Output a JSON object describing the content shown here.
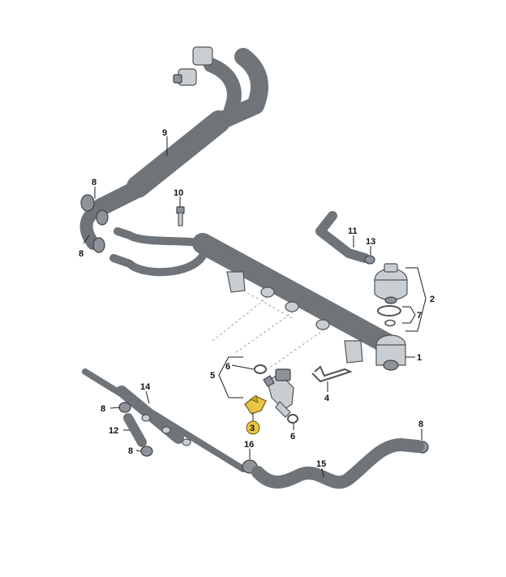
{
  "callouts": {
    "c1": "1",
    "c2": "2",
    "c3": "3",
    "c4": "4",
    "c5": "5",
    "c6a": "6",
    "c6b": "6",
    "c7": "7",
    "c8a": "8",
    "c8b": "8",
    "c8c": "8",
    "c8d": "8",
    "c8e": "8",
    "c9": "9",
    "c10": "10",
    "c11": "11",
    "c12": "12",
    "c13": "13",
    "c14": "14",
    "c15": "15",
    "c16": "16"
  },
  "colors": {
    "highlight": "#e8c547",
    "part_light": "#c9ced2",
    "part_outline": "#4f5458",
    "leader": "#1d1d1d"
  }
}
